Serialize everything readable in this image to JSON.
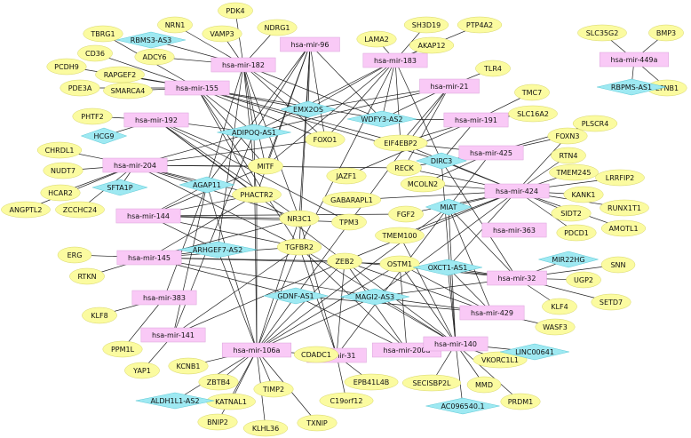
{
  "colors": {
    "mirna": "#f9c9f6",
    "mrna": "#fbfba0",
    "lncrna": "#9ee9f2",
    "edge": "#1e1e1e"
  },
  "nodes": [
    {
      "id": "hsa-mir-182",
      "type": "mirna"
    },
    {
      "id": "hsa-mir-96",
      "type": "mirna"
    },
    {
      "id": "hsa-mir-183",
      "type": "mirna"
    },
    {
      "id": "hsa-mir-449a",
      "type": "mirna"
    },
    {
      "id": "hsa-mir-155",
      "type": "mirna"
    },
    {
      "id": "hsa-mir-21",
      "type": "mirna"
    },
    {
      "id": "hsa-mir-192",
      "type": "mirna"
    },
    {
      "id": "hsa-mir-191",
      "type": "mirna"
    },
    {
      "id": "hsa-mir-425",
      "type": "mirna"
    },
    {
      "id": "hsa-mir-204",
      "type": "mirna"
    },
    {
      "id": "hsa-mir-424",
      "type": "mirna"
    },
    {
      "id": "hsa-mir-144",
      "type": "mirna"
    },
    {
      "id": "hsa-mir-363",
      "type": "mirna"
    },
    {
      "id": "hsa-mir-145",
      "type": "mirna"
    },
    {
      "id": "hsa-mir-32",
      "type": "mirna"
    },
    {
      "id": "hsa-mir-383",
      "type": "mirna"
    },
    {
      "id": "hsa-mir-429",
      "type": "mirna"
    },
    {
      "id": "hsa-mir-141",
      "type": "mirna"
    },
    {
      "id": "hsa-mir-106a",
      "type": "mirna"
    },
    {
      "id": "hsa-mir-31",
      "type": "mirna"
    },
    {
      "id": "hsa-mir-200a",
      "type": "mirna"
    },
    {
      "id": "hsa-mir-140",
      "type": "mirna"
    },
    {
      "id": "PDK4",
      "type": "mrna"
    },
    {
      "id": "NRN1",
      "type": "mrna"
    },
    {
      "id": "VAMP3",
      "type": "mrna"
    },
    {
      "id": "NDRG1",
      "type": "mrna"
    },
    {
      "id": "TBRG1",
      "type": "mrna"
    },
    {
      "id": "ADCY6",
      "type": "mrna"
    },
    {
      "id": "CD36",
      "type": "mrna"
    },
    {
      "id": "RAPGEF2",
      "type": "mrna"
    },
    {
      "id": "PCDH9",
      "type": "mrna"
    },
    {
      "id": "PDE3A",
      "type": "mrna"
    },
    {
      "id": "SMARCA4",
      "type": "mrna"
    },
    {
      "id": "SH3D19",
      "type": "mrna"
    },
    {
      "id": "PTP4A2",
      "type": "mrna"
    },
    {
      "id": "LAMA2",
      "type": "mrna"
    },
    {
      "id": "AKAP12",
      "type": "mrna"
    },
    {
      "id": "SLC35G2",
      "type": "mrna"
    },
    {
      "id": "BMP3",
      "type": "mrna"
    },
    {
      "id": "EFNB1",
      "type": "mrna"
    },
    {
      "id": "TLR4",
      "type": "mrna"
    },
    {
      "id": "TMC7",
      "type": "mrna"
    },
    {
      "id": "SLC16A2",
      "type": "mrna"
    },
    {
      "id": "PLSCR4",
      "type": "mrna"
    },
    {
      "id": "PHTF2",
      "type": "mrna"
    },
    {
      "id": "FOXO1",
      "type": "mrna"
    },
    {
      "id": "EIF4EBP2",
      "type": "mrna"
    },
    {
      "id": "FOXN3",
      "type": "mrna"
    },
    {
      "id": "CHRDL1",
      "type": "mrna"
    },
    {
      "id": "MITF",
      "type": "mrna"
    },
    {
      "id": "RECK",
      "type": "mrna"
    },
    {
      "id": "RTN4",
      "type": "mrna"
    },
    {
      "id": "NUDT7",
      "type": "mrna"
    },
    {
      "id": "JAZF1",
      "type": "mrna"
    },
    {
      "id": "TMEM245",
      "type": "mrna"
    },
    {
      "id": "LRRFIP2",
      "type": "mrna"
    },
    {
      "id": "HCAR2",
      "type": "mrna"
    },
    {
      "id": "PHACTR2",
      "type": "mrna"
    },
    {
      "id": "MCOLN2",
      "type": "mrna"
    },
    {
      "id": "KANK1",
      "type": "mrna"
    },
    {
      "id": "ANGPTL2",
      "type": "mrna"
    },
    {
      "id": "ZCCHC24",
      "type": "mrna"
    },
    {
      "id": "GABARAPL1",
      "type": "mrna"
    },
    {
      "id": "RUNX1T1",
      "type": "mrna"
    },
    {
      "id": "SIDT2",
      "type": "mrna"
    },
    {
      "id": "NR3C1",
      "type": "mrna"
    },
    {
      "id": "TPM3",
      "type": "mrna"
    },
    {
      "id": "FGF2",
      "type": "mrna"
    },
    {
      "id": "PDCD1",
      "type": "mrna"
    },
    {
      "id": "AMOTL1",
      "type": "mrna"
    },
    {
      "id": "ERG",
      "type": "mrna"
    },
    {
      "id": "TGFBR2",
      "type": "mrna"
    },
    {
      "id": "TMEM100",
      "type": "mrna"
    },
    {
      "id": "RTKN",
      "type": "mrna"
    },
    {
      "id": "ZEB2",
      "type": "mrna"
    },
    {
      "id": "OSTM1",
      "type": "mrna"
    },
    {
      "id": "SNN",
      "type": "mrna"
    },
    {
      "id": "UGP2",
      "type": "mrna"
    },
    {
      "id": "KLF8",
      "type": "mrna"
    },
    {
      "id": "SETD7",
      "type": "mrna"
    },
    {
      "id": "KLF4",
      "type": "mrna"
    },
    {
      "id": "PPM1L",
      "type": "mrna"
    },
    {
      "id": "WASF3",
      "type": "mrna"
    },
    {
      "id": "YAP1",
      "type": "mrna"
    },
    {
      "id": "KCNB1",
      "type": "mrna"
    },
    {
      "id": "CDADC1",
      "type": "mrna"
    },
    {
      "id": "EPB41L4B",
      "type": "mrna"
    },
    {
      "id": "VKORC1L1",
      "type": "mrna"
    },
    {
      "id": "ZBTB4",
      "type": "mrna"
    },
    {
      "id": "TIMP2",
      "type": "mrna"
    },
    {
      "id": "SECISBP2L",
      "type": "mrna"
    },
    {
      "id": "MMD",
      "type": "mrna"
    },
    {
      "id": "KATNAL1",
      "type": "mrna"
    },
    {
      "id": "C19orf12",
      "type": "mrna"
    },
    {
      "id": "PRDM1",
      "type": "mrna"
    },
    {
      "id": "BNIP2",
      "type": "mrna"
    },
    {
      "id": "KLHL36",
      "type": "mrna"
    },
    {
      "id": "TXNIP",
      "type": "mrna"
    },
    {
      "id": "RBMS3-AS3",
      "type": "lncrna"
    },
    {
      "id": "RBPMS-AS1",
      "type": "lncrna"
    },
    {
      "id": "EMX2OS",
      "type": "lncrna"
    },
    {
      "id": "WDFY3-AS2",
      "type": "lncrna"
    },
    {
      "id": "ADIPOQ-AS1",
      "type": "lncrna"
    },
    {
      "id": "HCG9",
      "type": "lncrna"
    },
    {
      "id": "DIRC3",
      "type": "lncrna"
    },
    {
      "id": "SFTA1P",
      "type": "lncrna"
    },
    {
      "id": "AGAP11",
      "type": "lncrna"
    },
    {
      "id": "MIAT",
      "type": "lncrna"
    },
    {
      "id": "ARHGEF7-AS2",
      "type": "lncrna"
    },
    {
      "id": "MIR22HG",
      "type": "lncrna"
    },
    {
      "id": "OXCT1-AS1",
      "type": "lncrna"
    },
    {
      "id": "GDNF-AS1",
      "type": "lncrna"
    },
    {
      "id": "MAGI2-AS3",
      "type": "lncrna"
    },
    {
      "id": "LINC00641",
      "type": "lncrna"
    },
    {
      "id": "ALDH1L1-AS2",
      "type": "lncrna"
    },
    {
      "id": "AC096540.1",
      "type": "lncrna"
    }
  ],
  "edges": [
    [
      "hsa-mir-182",
      "NRN1"
    ],
    [
      "hsa-mir-182",
      "VAMP3"
    ],
    [
      "hsa-mir-182",
      "NDRG1"
    ],
    [
      "hsa-mir-182",
      "ADCY6"
    ],
    [
      "hsa-mir-182",
      "RBMS3-AS3"
    ],
    [
      "hsa-mir-182",
      "PDK4"
    ],
    [
      "hsa-mir-182",
      "ADIPOQ-AS1"
    ],
    [
      "hsa-mir-182",
      "FOXO1"
    ],
    [
      "hsa-mir-182",
      "MITF"
    ],
    [
      "hsa-mir-182",
      "EMX2OS"
    ],
    [
      "hsa-mir-182",
      "PHACTR2"
    ],
    [
      "hsa-mir-182",
      "NR3C1"
    ],
    [
      "hsa-mir-182",
      "AGAP11"
    ],
    [
      "hsa-mir-182",
      "WDFY3-AS2"
    ],
    [
      "hsa-mir-182",
      "ARHGEF7-AS2"
    ],
    [
      "hsa-mir-96",
      "FOXO1"
    ],
    [
      "hsa-mir-96",
      "MITF"
    ],
    [
      "hsa-mir-96",
      "ADIPOQ-AS1"
    ],
    [
      "hsa-mir-96",
      "PHACTR2"
    ],
    [
      "hsa-mir-96",
      "EMX2OS"
    ],
    [
      "hsa-mir-96",
      "WDFY3-AS2"
    ],
    [
      "hsa-mir-96",
      "NR3C1"
    ],
    [
      "hsa-mir-96",
      "AGAP11"
    ],
    [
      "hsa-mir-96",
      "TGFBR2"
    ],
    [
      "hsa-mir-183",
      "LAMA2"
    ],
    [
      "hsa-mir-183",
      "SH3D19"
    ],
    [
      "hsa-mir-183",
      "PTP4A2"
    ],
    [
      "hsa-mir-183",
      "AKAP12"
    ],
    [
      "hsa-mir-183",
      "EMX2OS"
    ],
    [
      "hsa-mir-183",
      "ADIPOQ-AS1"
    ],
    [
      "hsa-mir-183",
      "FOXO1"
    ],
    [
      "hsa-mir-183",
      "WDFY3-AS2"
    ],
    [
      "hsa-mir-183",
      "EIF4EBP2"
    ],
    [
      "hsa-mir-183",
      "MITF"
    ],
    [
      "hsa-mir-183",
      "TGFBR2"
    ],
    [
      "hsa-mir-183",
      "DIRC3"
    ],
    [
      "hsa-mir-449a",
      "SLC35G2"
    ],
    [
      "hsa-mir-449a",
      "BMP3"
    ],
    [
      "hsa-mir-449a",
      "RBPMS-AS1"
    ],
    [
      "hsa-mir-449a",
      "EFNB1"
    ],
    [
      "hsa-mir-155",
      "RAPGEF2"
    ],
    [
      "hsa-mir-155",
      "CD36"
    ],
    [
      "hsa-mir-155",
      "PCDH9"
    ],
    [
      "hsa-mir-155",
      "PDE3A"
    ],
    [
      "hsa-mir-155",
      "SMARCA4"
    ],
    [
      "hsa-mir-155",
      "TBRG1"
    ],
    [
      "hsa-mir-155",
      "ADIPOQ-AS1"
    ],
    [
      "hsa-mir-155",
      "EMX2OS"
    ],
    [
      "hsa-mir-155",
      "WDFY3-AS2"
    ],
    [
      "hsa-mir-155",
      "MITF"
    ],
    [
      "hsa-mir-155",
      "FOXO1"
    ],
    [
      "hsa-mir-155",
      "EIF4EBP2"
    ],
    [
      "hsa-mir-155",
      "DIRC3"
    ],
    [
      "hsa-mir-155",
      "TGFBR2"
    ],
    [
      "hsa-mir-155",
      "PHACTR2"
    ],
    [
      "hsa-mir-21",
      "TLR4"
    ],
    [
      "hsa-mir-21",
      "EIF4EBP2"
    ],
    [
      "hsa-mir-21",
      "RECK"
    ],
    [
      "hsa-mir-21",
      "WDFY3-AS2"
    ],
    [
      "hsa-mir-21",
      "ADIPOQ-AS1"
    ],
    [
      "hsa-mir-21",
      "GDNF-AS1"
    ],
    [
      "hsa-mir-21",
      "EMX2OS"
    ],
    [
      "hsa-mir-192",
      "PHTF2"
    ],
    [
      "hsa-mir-192",
      "HCG9"
    ],
    [
      "hsa-mir-192",
      "ADIPOQ-AS1"
    ],
    [
      "hsa-mir-192",
      "MITF"
    ],
    [
      "hsa-mir-192",
      "PHACTR2"
    ],
    [
      "hsa-mir-192",
      "NR3C1"
    ],
    [
      "hsa-mir-192",
      "TPM3"
    ],
    [
      "hsa-mir-192",
      "ZEB2"
    ],
    [
      "hsa-mir-191",
      "TMC7"
    ],
    [
      "hsa-mir-191",
      "SLC16A2"
    ],
    [
      "hsa-mir-191",
      "DIRC3"
    ],
    [
      "hsa-mir-191",
      "EIF4EBP2"
    ],
    [
      "hsa-mir-191",
      "WDFY3-AS2"
    ],
    [
      "hsa-mir-191",
      "JAZF1"
    ],
    [
      "hsa-mir-425",
      "PLSCR4"
    ],
    [
      "hsa-mir-425",
      "FOXN3"
    ],
    [
      "hsa-mir-425",
      "DIRC3"
    ],
    [
      "hsa-mir-425",
      "EIF4EBP2"
    ],
    [
      "hsa-mir-425",
      "RECK"
    ],
    [
      "hsa-mir-425",
      "MIAT"
    ],
    [
      "hsa-mir-425",
      "MCOLN2"
    ],
    [
      "hsa-mir-204",
      "CHRDL1"
    ],
    [
      "hsa-mir-204",
      "NUDT7"
    ],
    [
      "hsa-mir-204",
      "HCAR2"
    ],
    [
      "hsa-mir-204",
      "ANGPTL2"
    ],
    [
      "hsa-mir-204",
      "ZCCHC24"
    ],
    [
      "hsa-mir-204",
      "SFTA1P"
    ],
    [
      "hsa-mir-204",
      "AGAP11"
    ],
    [
      "hsa-mir-204",
      "PHACTR2"
    ],
    [
      "hsa-mir-204",
      "MITF"
    ],
    [
      "hsa-mir-204",
      "RECK"
    ],
    [
      "hsa-mir-204",
      "FOXO1"
    ],
    [
      "hsa-mir-204",
      "NR3C1"
    ],
    [
      "hsa-mir-204",
      "TGFBR2"
    ],
    [
      "hsa-mir-204",
      "ADIPOQ-AS1"
    ],
    [
      "hsa-mir-424",
      "RTN4"
    ],
    [
      "hsa-mir-424",
      "TMEM245"
    ],
    [
      "hsa-mir-424",
      "LRRFIP2"
    ],
    [
      "hsa-mir-424",
      "KANK1"
    ],
    [
      "hsa-mir-424",
      "RUNX1T1"
    ],
    [
      "hsa-mir-424",
      "SIDT2"
    ],
    [
      "hsa-mir-424",
      "PDCD1"
    ],
    [
      "hsa-mir-424",
      "AMOTL1"
    ],
    [
      "hsa-mir-424",
      "FOXN3"
    ],
    [
      "hsa-mir-424",
      "MIAT"
    ],
    [
      "hsa-mir-424",
      "DIRC3"
    ],
    [
      "hsa-mir-424",
      "RECK"
    ],
    [
      "hsa-mir-424",
      "MCOLN2"
    ],
    [
      "hsa-mir-424",
      "FGF2"
    ],
    [
      "hsa-mir-424",
      "GABARAPL1"
    ],
    [
      "hsa-mir-424",
      "EIF4EBP2"
    ],
    [
      "hsa-mir-424",
      "OXCT1-AS1"
    ],
    [
      "hsa-mir-424",
      "MAGI2-AS3"
    ],
    [
      "hsa-mir-424",
      "ZEB2"
    ],
    [
      "hsa-mir-424",
      "TMEM100"
    ],
    [
      "hsa-mir-144",
      "PHACTR2"
    ],
    [
      "hsa-mir-144",
      "AGAP11"
    ],
    [
      "hsa-mir-144",
      "NR3C1"
    ],
    [
      "hsa-mir-144",
      "TPM3"
    ],
    [
      "hsa-mir-144",
      "ARHGEF7-AS2"
    ],
    [
      "hsa-mir-144",
      "MITF"
    ],
    [
      "hsa-mir-144",
      "TGFBR2"
    ],
    [
      "hsa-mir-144",
      "FGF2"
    ],
    [
      "hsa-mir-145",
      "ERG"
    ],
    [
      "hsa-mir-145",
      "RTKN"
    ],
    [
      "hsa-mir-145",
      "ARHGEF7-AS2"
    ],
    [
      "hsa-mir-145",
      "TGFBR2"
    ],
    [
      "hsa-mir-145",
      "ZEB2"
    ],
    [
      "hsa-mir-145",
      "GDNF-AS1"
    ],
    [
      "hsa-mir-145",
      "MAGI2-AS3"
    ],
    [
      "hsa-mir-145",
      "NR3C1"
    ],
    [
      "hsa-mir-145",
      "OSTM1"
    ],
    [
      "hsa-mir-145",
      "PHACTR2"
    ],
    [
      "hsa-mir-32",
      "MIR22HG"
    ],
    [
      "hsa-mir-32",
      "SNN"
    ],
    [
      "hsa-mir-32",
      "UGP2"
    ],
    [
      "hsa-mir-32",
      "SETD7"
    ],
    [
      "hsa-mir-32",
      "KLF4"
    ],
    [
      "hsa-mir-32",
      "MIAT"
    ],
    [
      "hsa-mir-32",
      "OXCT1-AS1"
    ],
    [
      "hsa-mir-32",
      "OSTM1"
    ],
    [
      "hsa-mir-32",
      "MAGI2-AS3"
    ],
    [
      "hsa-mir-32",
      "ZEB2"
    ],
    [
      "hsa-mir-32",
      "DIRC3"
    ],
    [
      "hsa-mir-383",
      "KLF8"
    ],
    [
      "hsa-mir-383",
      "PPM1L"
    ],
    [
      "hsa-mir-383",
      "AGAP11"
    ],
    [
      "hsa-mir-429",
      "WASF3"
    ],
    [
      "hsa-mir-429",
      "MIAT"
    ],
    [
      "hsa-mir-429",
      "ZEB2"
    ],
    [
      "hsa-mir-429",
      "OXCT1-AS1"
    ],
    [
      "hsa-mir-429",
      "MAGI2-AS3"
    ],
    [
      "hsa-mir-429",
      "GDNF-AS1"
    ],
    [
      "hsa-mir-429",
      "OSTM1"
    ],
    [
      "hsa-mir-141",
      "YAP1"
    ],
    [
      "hsa-mir-141",
      "ZEB2"
    ],
    [
      "hsa-mir-141",
      "TGFBR2"
    ],
    [
      "hsa-mir-141",
      "AGAP11"
    ],
    [
      "hsa-mir-141",
      "ADIPOQ-AS1"
    ],
    [
      "hsa-mir-106a",
      "KCNB1"
    ],
    [
      "hsa-mir-106a",
      "CDADC1"
    ],
    [
      "hsa-mir-106a",
      "ZBTB4"
    ],
    [
      "hsa-mir-106a",
      "TIMP2"
    ],
    [
      "hsa-mir-106a",
      "ALDH1L1-AS2"
    ],
    [
      "hsa-mir-106a",
      "KATNAL1"
    ],
    [
      "hsa-mir-106a",
      "BNIP2"
    ],
    [
      "hsa-mir-106a",
      "KLHL36"
    ],
    [
      "hsa-mir-106a",
      "TXNIP"
    ],
    [
      "hsa-mir-106a",
      "ZEB2"
    ],
    [
      "hsa-mir-106a",
      "TGFBR2"
    ],
    [
      "hsa-mir-106a",
      "OSTM1"
    ],
    [
      "hsa-mir-106a",
      "MAGI2-AS3"
    ],
    [
      "hsa-mir-106a",
      "GDNF-AS1"
    ],
    [
      "hsa-mir-106a",
      "AGAP11"
    ],
    [
      "hsa-mir-106a",
      "PHACTR2"
    ],
    [
      "hsa-mir-106a",
      "ARHGEF7-AS2"
    ],
    [
      "hsa-mir-106a",
      "ADIPOQ-AS1"
    ],
    [
      "hsa-mir-106a",
      "MIAT"
    ],
    [
      "hsa-mir-106a",
      "NR3C1"
    ],
    [
      "hsa-mir-31",
      "EPB41L4B"
    ],
    [
      "hsa-mir-31",
      "C19orf12"
    ],
    [
      "hsa-mir-31",
      "TGFBR2"
    ],
    [
      "hsa-mir-31",
      "NR3C1"
    ],
    [
      "hsa-mir-31",
      "ZEB2"
    ],
    [
      "hsa-mir-31",
      "MIAT"
    ],
    [
      "hsa-mir-200a",
      "ZEB2"
    ],
    [
      "hsa-mir-200a",
      "TGFBR2"
    ],
    [
      "hsa-mir-200a",
      "GDNF-AS1"
    ],
    [
      "hsa-mir-200a",
      "OSTM1"
    ],
    [
      "hsa-mir-140",
      "VKORC1L1"
    ],
    [
      "hsa-mir-140",
      "SECISBP2L"
    ],
    [
      "hsa-mir-140",
      "MMD"
    ],
    [
      "hsa-mir-140",
      "PRDM1"
    ],
    [
      "hsa-mir-140",
      "AC096540.1"
    ],
    [
      "hsa-mir-140",
      "LINC00641"
    ],
    [
      "hsa-mir-140",
      "MIAT"
    ],
    [
      "hsa-mir-140",
      "OXCT1-AS1"
    ],
    [
      "hsa-mir-140",
      "OSTM1"
    ],
    [
      "hsa-mir-140",
      "ZEB2"
    ],
    [
      "hsa-mir-140",
      "MAGI2-AS3"
    ],
    [
      "hsa-mir-140",
      "TGFBR2"
    ],
    [
      "hsa-mir-140",
      "DIRC3"
    ],
    [
      "hsa-mir-140",
      "TMEM100"
    ]
  ]
}
